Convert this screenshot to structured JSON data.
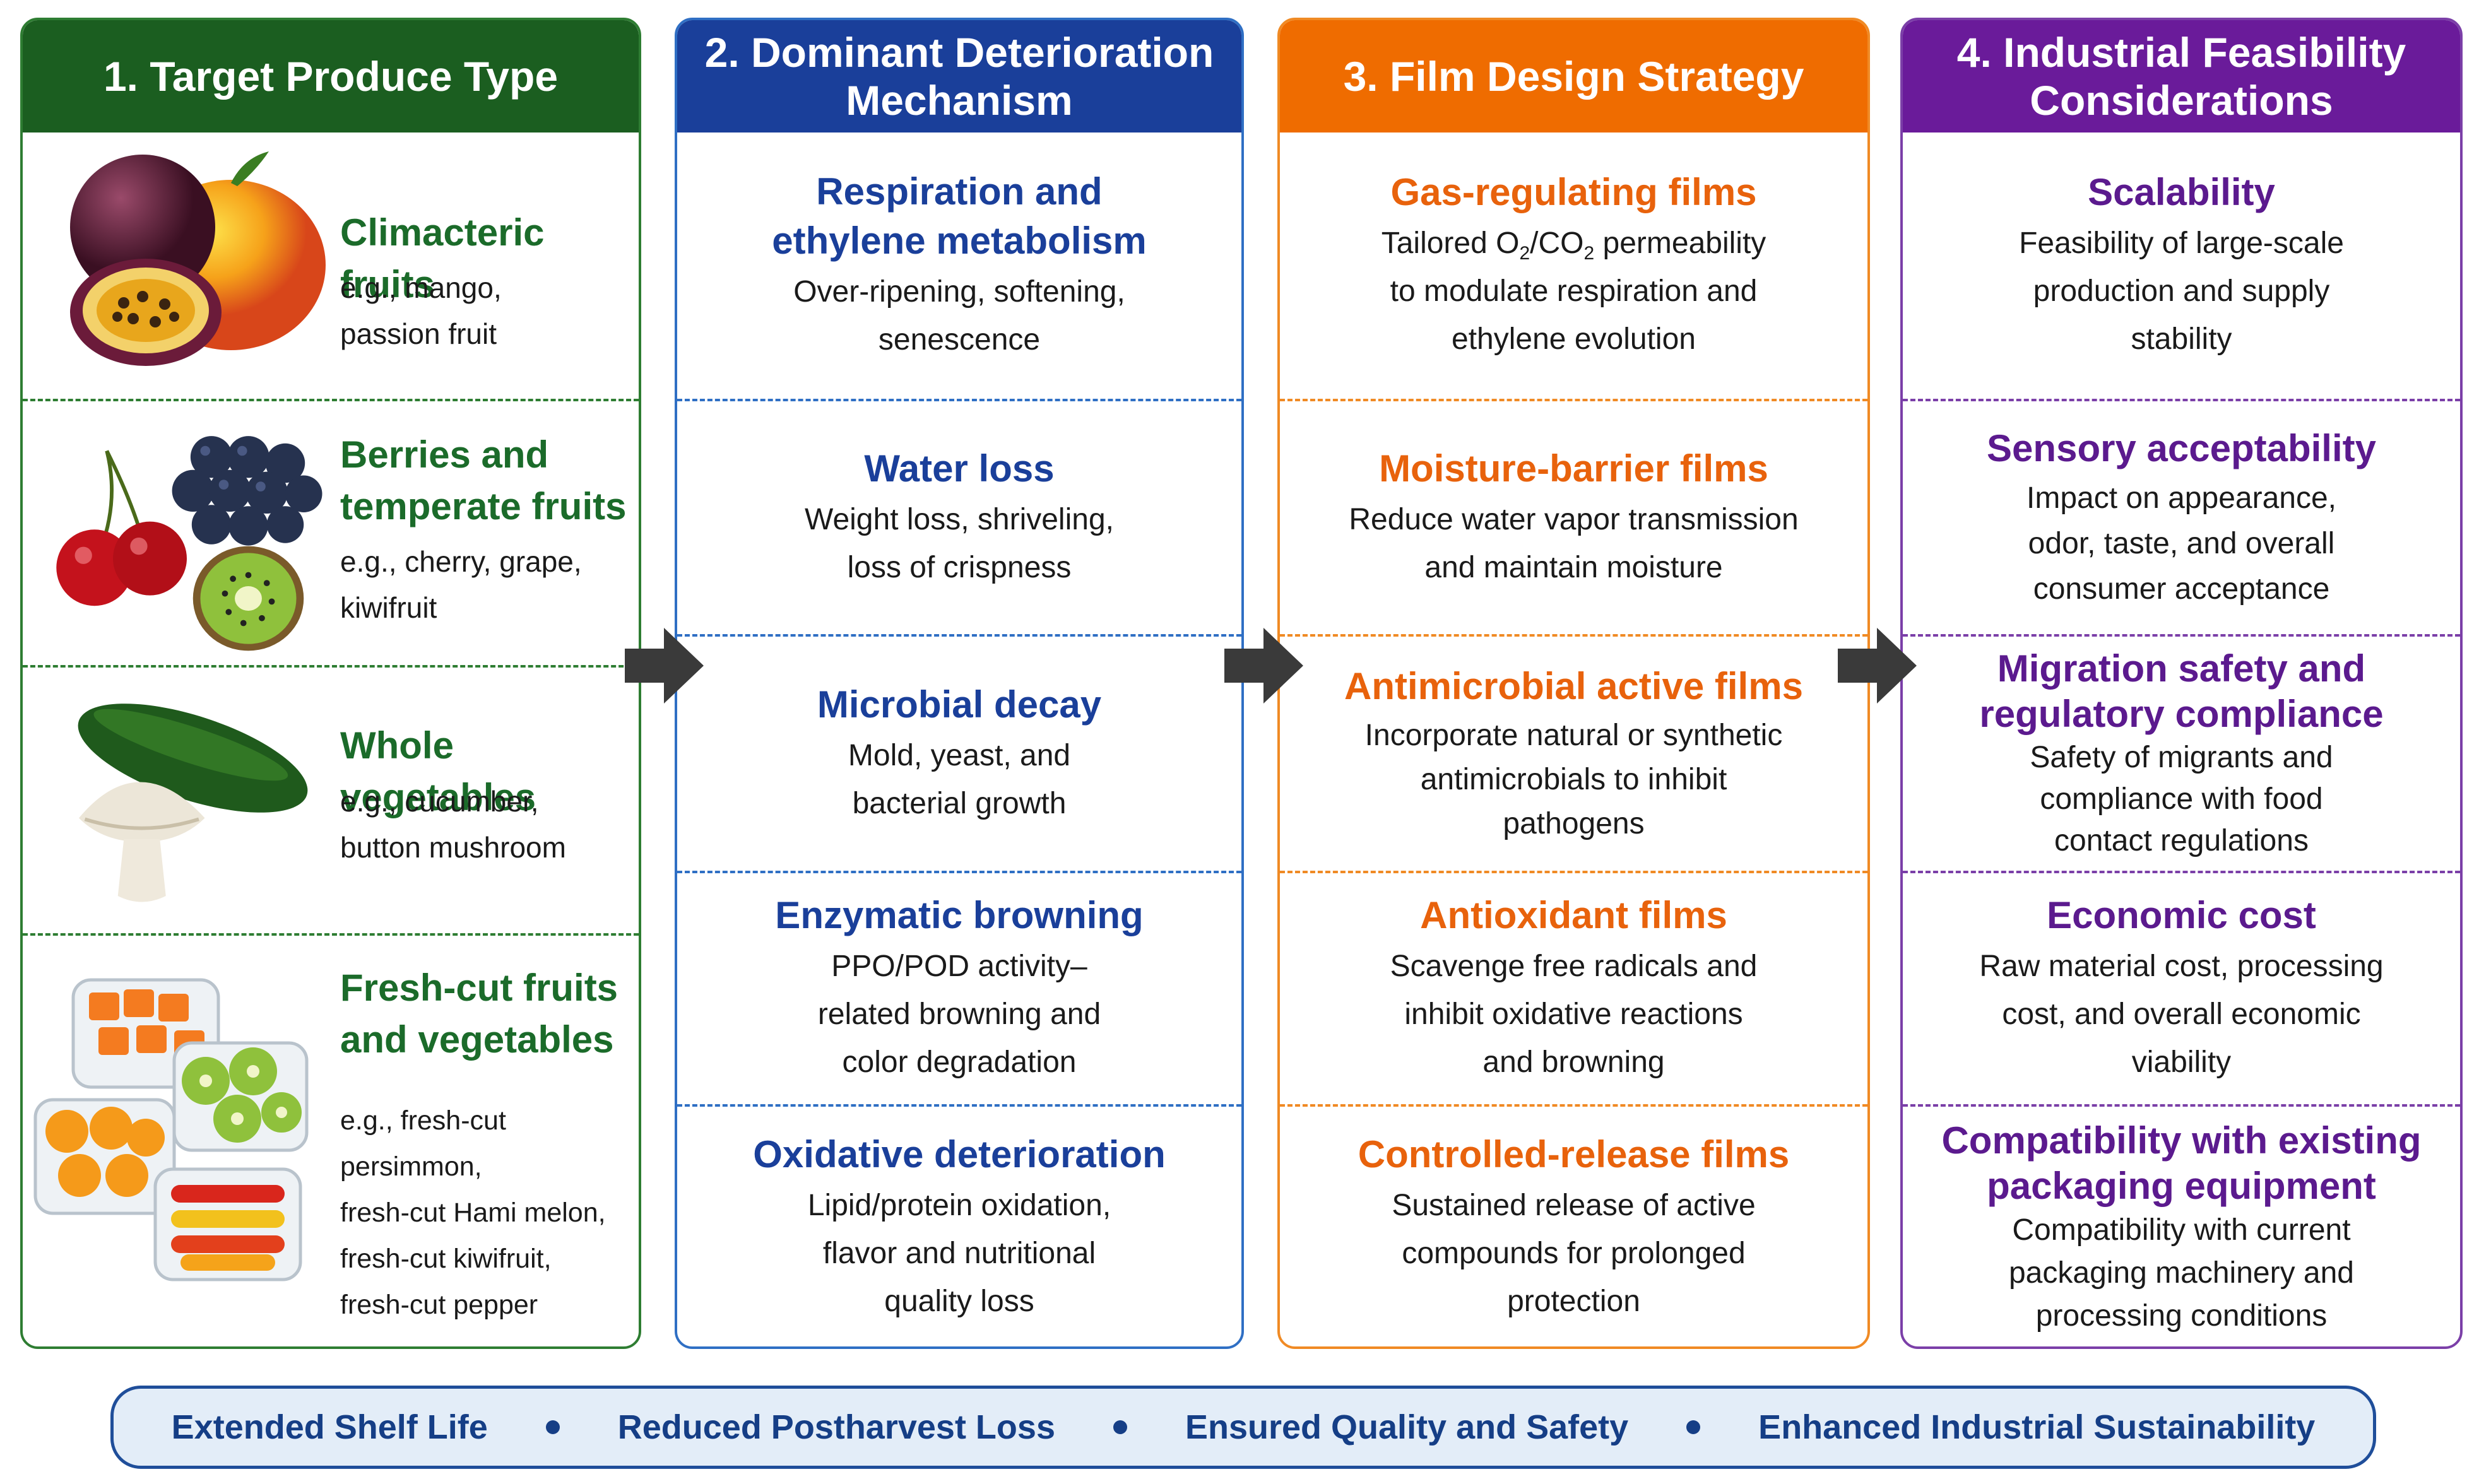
{
  "columns": [
    {
      "header": "1. Target Produce Type",
      "color": "#1b5e20",
      "items": [
        {
          "title": "Climacteric fruits",
          "desc": "e.g., mango,\npassion fruit",
          "icon": "mango-passion-fruit-image"
        },
        {
          "title": "Berries and\ntemperate fruits",
          "desc": "e.g., cherry, grape,\nkiwifruit",
          "icon": "cherry-grape-kiwi-image"
        },
        {
          "title": "Whole vegetables",
          "desc": "e.g., cucumber,\nbutton mushroom",
          "icon": "cucumber-mushroom-image"
        },
        {
          "title": "Fresh-cut fruits\nand vegetables",
          "desc": "e.g., fresh-cut persimmon,\nfresh-cut Hami melon,\nfresh-cut kiwifruit,\nfresh-cut pepper",
          "icon": "fresh-cut-containers-image"
        }
      ]
    },
    {
      "header": "2. Dominant Deterioration\nMechanism",
      "color": "#1a3f9a",
      "items": [
        {
          "title": "Respiration and\nethylene metabolism",
          "desc": "Over-ripening, softening,\nsenescence"
        },
        {
          "title": "Water loss",
          "desc": "Weight loss, shriveling,\nloss of crispness"
        },
        {
          "title": "Microbial decay",
          "desc": "Mold, yeast, and\nbacterial growth"
        },
        {
          "title": "Enzymatic browning",
          "desc": "PPO/POD activity–\nrelated browning and\ncolor degradation"
        },
        {
          "title": "Oxidative deterioration",
          "desc": "Lipid/protein oxidation,\nflavor and nutritional\nquality loss"
        }
      ]
    },
    {
      "header": "3. Film Design Strategy",
      "color": "#ef6c00",
      "items": [
        {
          "title": "Gas-regulating films",
          "desc_parts": [
            "Tailored O",
            "2",
            "/CO",
            "2",
            " permeability"
          ],
          "desc": "to modulate respiration and\nethylene evolution"
        },
        {
          "title": "Moisture-barrier films",
          "desc": "Reduce water vapor transmission\nand maintain moisture"
        },
        {
          "title": "Antimicrobial active films",
          "desc": "Incorporate natural or synthetic\nantimicrobials to inhibit\npathogens"
        },
        {
          "title": "Antioxidant films",
          "desc": "Scavenge free radicals and\ninhibit oxidative reactions\nand browning"
        },
        {
          "title": "Controlled-release films",
          "desc": "Sustained release of active\ncompounds for prolonged\nprotection"
        }
      ]
    },
    {
      "header": "4. Industrial Feasibility\nConsiderations",
      "color": "#6a1b9a",
      "items": [
        {
          "title": "Scalability",
          "desc": "Feasibility of large-scale\nproduction and supply\nstability"
        },
        {
          "title": "Sensory acceptability",
          "desc": "Impact on appearance,\nodor, taste, and overall\nconsumer acceptance"
        },
        {
          "title": "Migration safety and\nregulatory compliance",
          "desc": "Safety of migrants and\ncompliance with food\ncontact regulations"
        },
        {
          "title": "Economic cost",
          "desc": "Raw material cost, processing\ncost, and overall economic\nviability"
        },
        {
          "title": "Compatibility with existing\npackaging equipment",
          "desc": "Compatibility with current\npackaging machinery and\nprocessing conditions"
        }
      ]
    }
  ],
  "banner": [
    "Extended Shelf Life",
    "Reduced Postharvest Loss",
    "Ensured Quality and Safety",
    "Enhanced Industrial Sustainability"
  ],
  "arrow_icon": "right-arrow-icon",
  "colors": {
    "green": "#1b5e20",
    "blue": "#1a3f9a",
    "orange": "#ef6c00",
    "purple": "#6a1b9a",
    "banner_text": "#153e86",
    "banner_fill": "#e3edf8"
  }
}
